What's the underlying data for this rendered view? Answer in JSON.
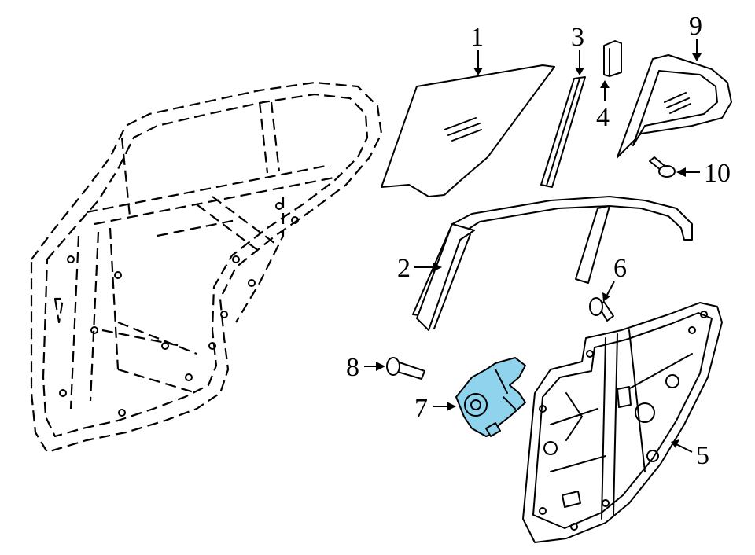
{
  "callouts": [
    {
      "id": "1",
      "label": "1"
    },
    {
      "id": "2",
      "label": "2"
    },
    {
      "id": "3",
      "label": "3"
    },
    {
      "id": "4",
      "label": "4"
    },
    {
      "id": "5",
      "label": "5"
    },
    {
      "id": "6",
      "label": "6"
    },
    {
      "id": "7",
      "label": "7"
    },
    {
      "id": "8",
      "label": "8"
    },
    {
      "id": "9",
      "label": "9"
    },
    {
      "id": "10",
      "label": "10"
    }
  ],
  "colors": {
    "highlight": "#8fd3ec",
    "line": "#000000",
    "background": "#ffffff"
  },
  "highlighted_part": "7"
}
